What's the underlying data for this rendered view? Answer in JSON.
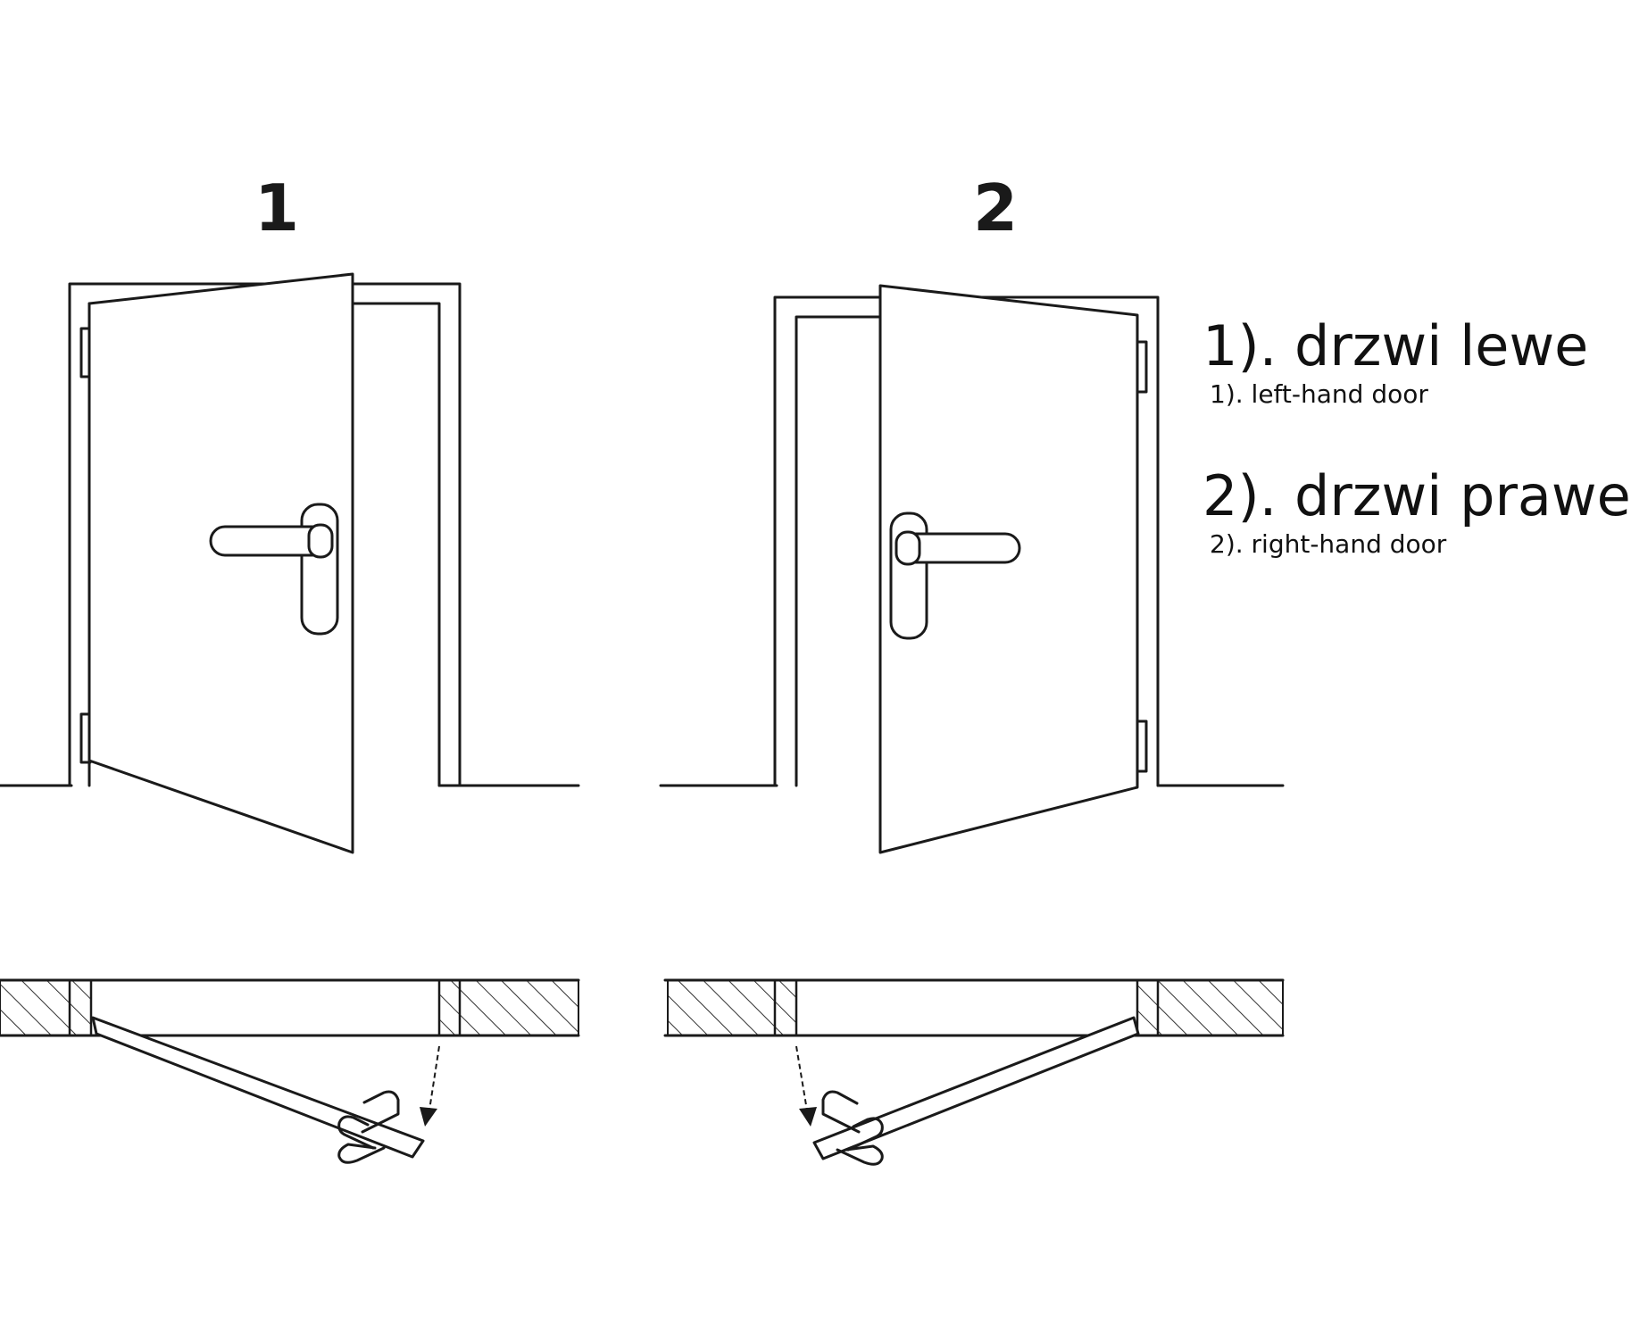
{
  "diagram": {
    "labels": {
      "door_1_number": "1",
      "door_2_number": "2"
    },
    "legend": [
      {
        "title": "1). drzwi lewe",
        "subtitle": "1). left-hand door"
      },
      {
        "title": "2). drzwi prawe",
        "subtitle": "2). right-hand door"
      }
    ],
    "colors": {
      "line": "#1a1a1a",
      "background": "#ffffff"
    }
  }
}
